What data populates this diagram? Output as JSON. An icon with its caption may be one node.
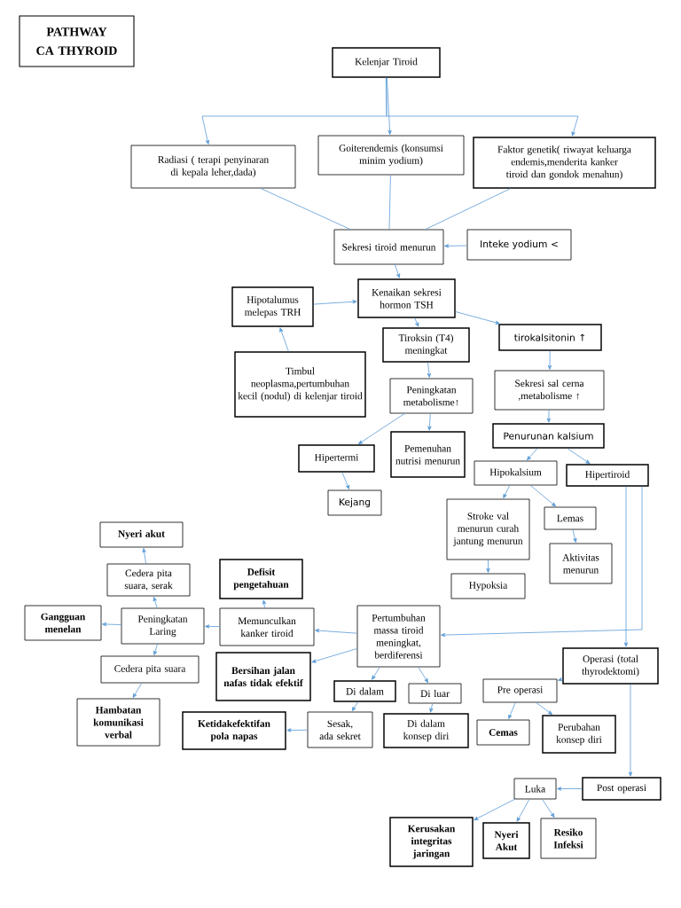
{
  "diagram": {
    "title": "PATHWAY CA THYROID",
    "nodes": [
      {
        "text": [
          "Kelenjar Tiroid"
        ]
      },
      {
        "text": [
          "Radiasi ( terapi penyinaran di kepala leher,dada)"
        ]
      },
      {
        "text": [
          "Goiterendemis (konsumsi minim yodium)"
        ]
      },
      {
        "text": [
          "Faktor genetik( riwayat keluarga endemis,menderita kanker tiroid dan gondok menahun)"
        ]
      },
      {
        "text": [
          "Sekresi tiroid menurun"
        ]
      },
      {
        "text": [
          "Inteke yodium <"
        ]
      },
      {
        "text": [
          "Hipotalumus melepas TRH"
        ]
      },
      {
        "text": [
          "Kenaikan sekresi hormon TSH"
        ]
      },
      {
        "text": [
          "tirokalsitonin ↑"
        ]
      },
      {
        "text": [
          "Tiroksin (T4) meningkat"
        ]
      },
      {
        "text": [
          "Timbul neoplasma,pertumbuhan kecil (nodul) di kelenjar tiroid"
        ]
      },
      {
        "text": [
          "Peningkatan metabolisme↑"
        ]
      },
      {
        "text": [
          "Sekresi sal cerna ,metabolisme ↑"
        ]
      },
      {
        "text": [
          "Penurunan kalsium"
        ]
      },
      {
        "text": [
          "Hipertermi"
        ]
      },
      {
        "text": [
          "Pemenuhan nutrisi menurun"
        ]
      },
      {
        "text": [
          "Hipokalsium"
        ]
      },
      {
        "text": [
          "Hipertiroid"
        ]
      },
      {
        "text": [
          "Kejang"
        ]
      },
      {
        "text": [
          "Stroke val menurun curah jantung menurun"
        ]
      },
      {
        "text": [
          "Lemas"
        ]
      },
      {
        "text": [
          "Aktivitas menurun"
        ]
      },
      {
        "text": [
          "Hypoksia"
        ]
      },
      {
        "text": [
          "Nyeri akut"
        ]
      },
      {
        "text": [
          "Cedera pita suara, serak"
        ]
      },
      {
        "text": [
          "Defisit pengetahuan"
        ]
      },
      {
        "text": [
          "Gangguan menelan"
        ]
      },
      {
        "text": [
          "Peningkatan Laring"
        ]
      },
      {
        "text": [
          "Memunculkan kanker tiroid"
        ]
      },
      {
        "text": [
          "Pertumbuhan massa tiroid meningkat, berdiferensi"
        ]
      },
      {
        "text": [
          "Operasi (total thyrodektomi)"
        ]
      },
      {
        "text": [
          "Cedera pita suara"
        ]
      },
      {
        "text": [
          "Bersihan jalan nafas tidak efektif"
        ]
      },
      {
        "text": [
          "Di dalam"
        ]
      },
      {
        "text": [
          "Di luar"
        ]
      },
      {
        "text": [
          "Pre operasi"
        ]
      },
      {
        "text": [
          "Hambatan komunikasi verbal"
        ]
      },
      {
        "text": [
          "Ketidakefektifan pola napas"
        ]
      },
      {
        "text": [
          "Sesak, ada sekret"
        ]
      },
      {
        "text": [
          "Di dalam konsep diri"
        ]
      },
      {
        "text": [
          "Cemas"
        ]
      },
      {
        "text": [
          "Perubahan konsep diri"
        ]
      },
      {
        "text": [
          "Post operasi"
        ]
      },
      {
        "text": [
          "Luka"
        ]
      },
      {
        "text": [
          "Kerusakan integritas jaringan"
        ]
      },
      {
        "text": [
          "Nyeri Akut"
        ]
      },
      {
        "text": [
          "Resiko Infeksi"
        ]
      }
    ],
    "edges": [
      {
        "from": 0,
        "to": 1,
        "arrow": "to"
      },
      {
        "from": 0,
        "to": 2,
        "arrow": "to"
      },
      {
        "from": 0,
        "to": 3,
        "arrow": "to"
      },
      {
        "from": 1,
        "to": 4,
        "arrow": "none"
      },
      {
        "from": 2,
        "to": 4,
        "arrow": "none"
      },
      {
        "from": 3,
        "to": 4,
        "arrow": "none"
      },
      {
        "from": 5,
        "to": 4,
        "arrow": "to"
      },
      {
        "from": 4,
        "to": 7,
        "arrow": "to"
      },
      {
        "from": 6,
        "to": 7,
        "arrow": "to"
      },
      {
        "from": 7,
        "to": 8,
        "arrow": "to"
      },
      {
        "from": 7,
        "to": 9,
        "arrow": "to"
      },
      {
        "from": 10,
        "to": 6,
        "arrow": "to"
      },
      {
        "from": 9,
        "to": 11,
        "arrow": "to"
      },
      {
        "from": 8,
        "to": 12,
        "arrow": "to"
      },
      {
        "from": 11,
        "to": 14,
        "arrow": "to"
      },
      {
        "from": 11,
        "to": 15,
        "arrow": "to"
      },
      {
        "from": 12,
        "to": 13,
        "arrow": "to"
      },
      {
        "from": 13,
        "to": 16,
        "arrow": "to"
      },
      {
        "from": 13,
        "to": 17,
        "arrow": "to"
      },
      {
        "from": 14,
        "to": 18,
        "arrow": "to"
      },
      {
        "from": 16,
        "to": 19,
        "arrow": "to"
      },
      {
        "from": 16,
        "to": 20,
        "arrow": "to"
      },
      {
        "from": 20,
        "to": 21,
        "arrow": "to"
      },
      {
        "from": 19,
        "to": 22,
        "arrow": "to"
      },
      {
        "from": 17,
        "to": 29,
        "arrow": "to"
      },
      {
        "from": 17,
        "to": 30,
        "arrow": "to"
      },
      {
        "from": 29,
        "to": 28,
        "arrow": "to"
      },
      {
        "from": 28,
        "to": 27,
        "arrow": "to"
      },
      {
        "from": 28,
        "to": 25,
        "arrow": "to"
      },
      {
        "from": 27,
        "to": 26,
        "arrow": "to"
      },
      {
        "from": 27,
        "to": 24,
        "arrow": "to"
      },
      {
        "from": 24,
        "to": 23,
        "arrow": "to"
      },
      {
        "from": 27,
        "to": 31,
        "arrow": "to"
      },
      {
        "from": 31,
        "to": 36,
        "arrow": "to"
      },
      {
        "from": 29,
        "to": 32,
        "arrow": "to"
      },
      {
        "from": 29,
        "to": 33,
        "arrow": "to"
      },
      {
        "from": 29,
        "to": 34,
        "arrow": "to"
      },
      {
        "from": 33,
        "to": 38,
        "arrow": "to"
      },
      {
        "from": 34,
        "to": 39,
        "arrow": "to"
      },
      {
        "from": 38,
        "to": 37,
        "arrow": "to"
      },
      {
        "from": 30,
        "to": 35,
        "arrow": "to"
      },
      {
        "from": 35,
        "to": 40,
        "arrow": "to"
      },
      {
        "from": 35,
        "to": 41,
        "arrow": "to"
      },
      {
        "from": 30,
        "to": 42,
        "arrow": "to"
      },
      {
        "from": 42,
        "to": 43,
        "arrow": "to"
      },
      {
        "from": 43,
        "to": 44,
        "arrow": "to"
      },
      {
        "from": 43,
        "to": 45,
        "arrow": "to"
      },
      {
        "from": 43,
        "to": 46,
        "arrow": "to"
      }
    ]
  }
}
